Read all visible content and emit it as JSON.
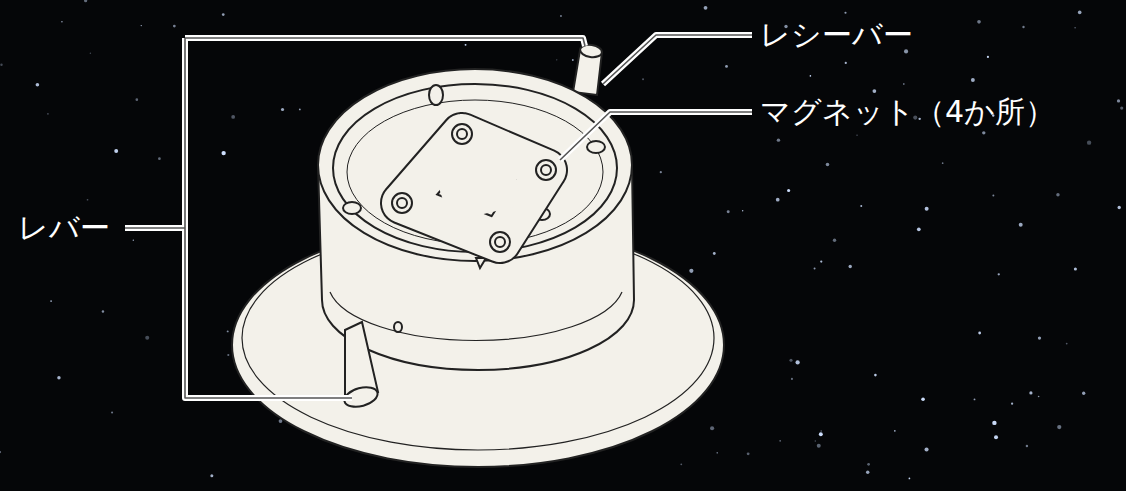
{
  "diagram": {
    "labels": [
      "レシーバー",
      "マグネット（4か所）",
      "レバー"
    ]
  }
}
